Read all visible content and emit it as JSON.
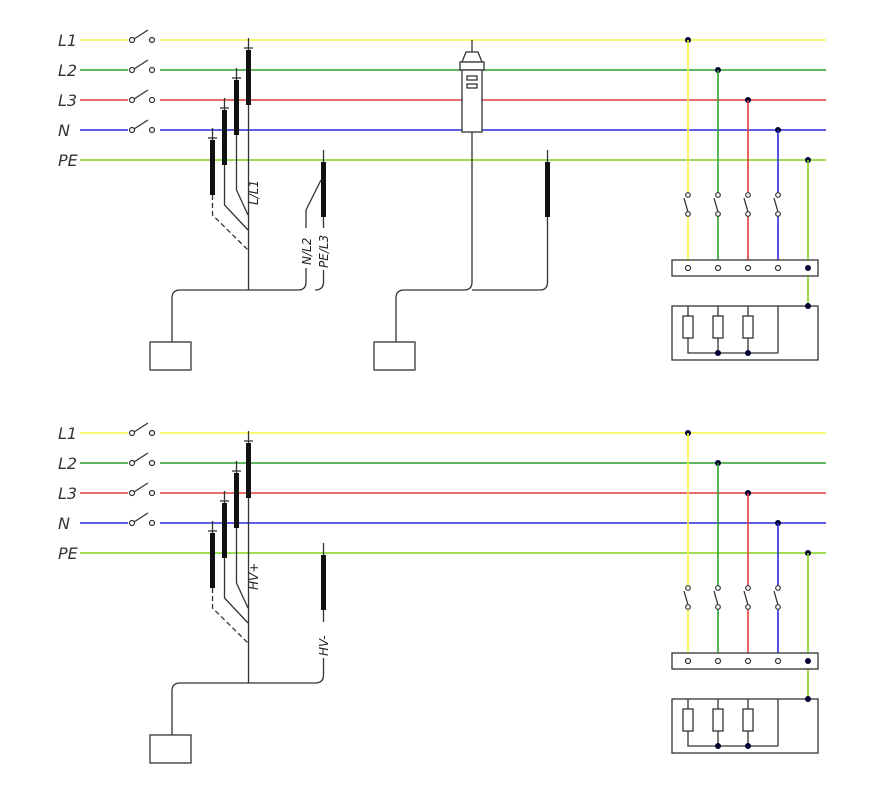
{
  "diagram_a": {
    "phases": [
      {
        "label": "L1",
        "color": "#f5f542"
      },
      {
        "label": "L2",
        "color": "#2e9e2e"
      },
      {
        "label": "L3",
        "color": "#e23b3b"
      },
      {
        "label": "N",
        "color": "#2a2ad8"
      },
      {
        "label": "PE",
        "color": "#7fd21b"
      }
    ],
    "probe_labels": [
      "L/L1",
      "N/L2",
      "PE/L3"
    ]
  },
  "diagram_b": {
    "phases": [
      {
        "label": "L1",
        "color": "#f5f542"
      },
      {
        "label": "L2",
        "color": "#2e9e2e"
      },
      {
        "label": "L3",
        "color": "#e23b3b"
      },
      {
        "label": "N",
        "color": "#2a2ad8"
      },
      {
        "label": "PE",
        "color": "#7fd21b"
      }
    ],
    "probe_labels": [
      "HV+",
      "HV-"
    ]
  }
}
